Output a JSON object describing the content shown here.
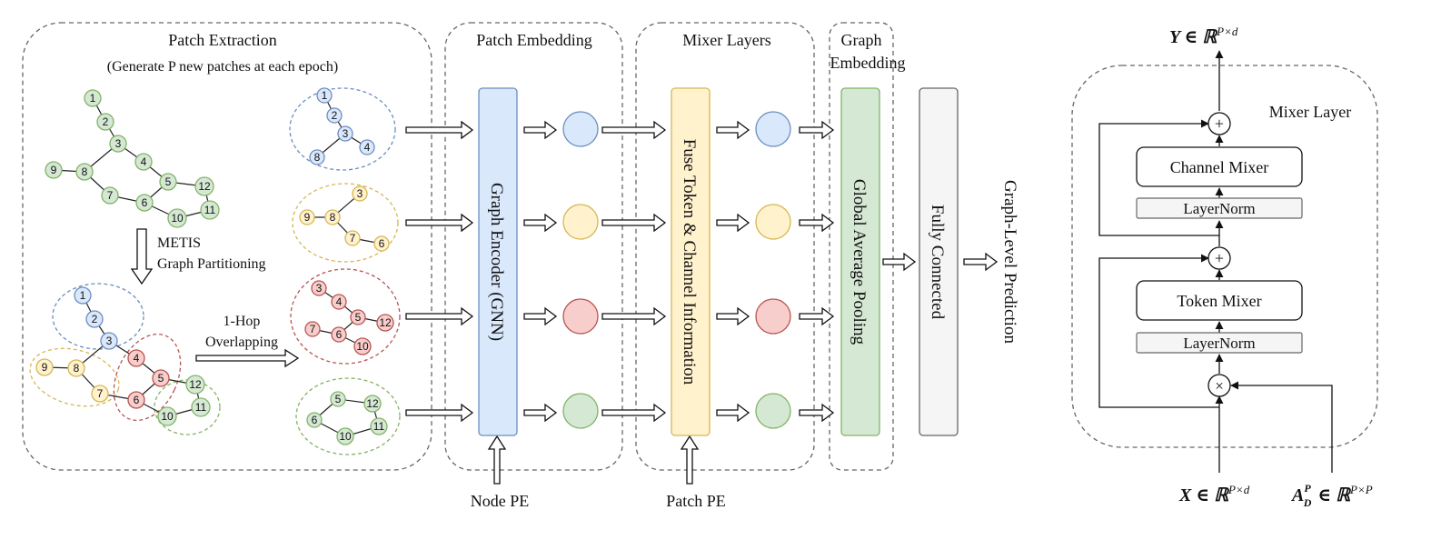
{
  "labels": {
    "patch_extraction": "Patch Extraction",
    "patch_extraction_sub": "(Generate P new patches at each epoch)",
    "metis_1": "METIS",
    "metis_2": "Graph Partitioning",
    "hop_1": "1-Hop",
    "hop_2": "Overlapping",
    "patch_embedding": "Patch Embedding",
    "mixer_layers": "Mixer Layers",
    "graph_embedding_1": "Graph",
    "graph_embedding_2": "Embedding",
    "graph_encoder": "Graph Encoder (GNN)",
    "fuse_info": "Fuse Token & Channel Information",
    "global_pool": "Global Average Pooling",
    "fully_connected": "Fully Connected",
    "prediction": "Graph-Level Prediction",
    "node_pe": "Node PE",
    "patch_pe": "Patch PE",
    "mixer_layer_title": "Mixer Layer",
    "channel_mixer": "Channel Mixer",
    "token_mixer": "Token Mixer",
    "layernorm": "LayerNorm",
    "plus": "+",
    "times": "×",
    "out_math": "Y ∈ ℝ",
    "out_sup": "P×d",
    "in_x_math": "X ∈ ℝ",
    "in_x_sup": "P×d",
    "in_a_main": "A",
    "in_a_sup": "P",
    "in_a_sub": "D",
    "in_a_rest": " ∈ ℝ",
    "in_a_sup2": "P×P"
  },
  "colors": {
    "blue_fill": "#dae8fc",
    "blue_stroke": "#6c8ebf",
    "yellow_fill": "#fff2cc",
    "yellow_stroke": "#d6b656",
    "red_fill": "#f8cecc",
    "red_stroke": "#b85450",
    "green_fill": "#d5e8d4",
    "green_stroke": "#82b366",
    "gray_fill": "#f5f5f5",
    "gray_stroke": "#666666"
  },
  "graph_nodes": [
    "1",
    "2",
    "3",
    "4",
    "5",
    "6",
    "7",
    "8",
    "9",
    "10",
    "11",
    "12"
  ],
  "patches": [
    {
      "color": "blue",
      "nodes": [
        "1",
        "2",
        "3",
        "4",
        "8"
      ]
    },
    {
      "color": "yellow",
      "nodes": [
        "3",
        "8",
        "9",
        "7",
        "6"
      ]
    },
    {
      "color": "red",
      "nodes": [
        "3",
        "4",
        "5",
        "12",
        "7",
        "6",
        "10"
      ]
    },
    {
      "color": "green",
      "nodes": [
        "5",
        "12",
        "6",
        "11",
        "10"
      ]
    }
  ]
}
